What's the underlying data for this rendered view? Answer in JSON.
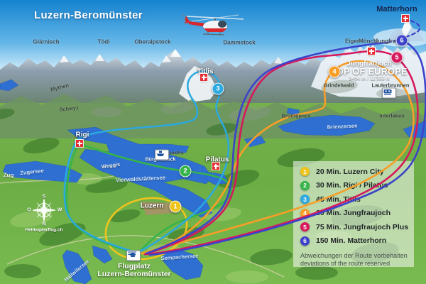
{
  "title": "Luzern-Beromünster",
  "peaks": {
    "glaernisch": "Glärnisch",
    "toedi": "Tödi",
    "oberalpstock": "Oberalpstock",
    "dammstock": "Dammstock",
    "eiger": "Eiger",
    "moench": "Mönch",
    "jungfrau": "Jungfrau",
    "matterhorn": "Matterhorn"
  },
  "summits": {
    "rigi": "Rigi",
    "pilatus": "Pilatus",
    "titlis": "Titlis",
    "luzern": "Luzern",
    "jungfraujoch": {
      "name": "Jungfraujoch",
      "tagline": "TOP OF EUROPE",
      "altitude": "3454 m / 11'333 ft"
    }
  },
  "places": {
    "grindelwald": "Grindelwald",
    "lauterbrunnen": "Lauterbrunnen",
    "interlaken": "Interlaken",
    "bruenigpass": "Brünigpass",
    "buochs": "Buochs",
    "buergenstock": "Bürgenstock",
    "weggis": "Weggis",
    "schwyz": "Schwyz",
    "mythen": "Mythen",
    "zug": "Zug"
  },
  "lakes": {
    "vierwaldstaettersee": "Vierwaldstättersee",
    "zugersee": "Zugersee",
    "brienzersee": "Brienzersee",
    "sempachersee": "Sempachersee",
    "hallwilersee": "Hallwilersee"
  },
  "airfield": {
    "line1": "Flugplatz",
    "line2": "Luzern-Beromünster"
  },
  "compass": {
    "s": "S",
    "n": "N",
    "o": "O",
    "w": "W"
  },
  "brand": "Helikopterflug.ch",
  "legend": {
    "items": [
      {
        "num": "1",
        "label": "20 Min. Luzern City",
        "color": "#eec41d"
      },
      {
        "num": "2",
        "label": "30 Min. Rigi / Pilatus",
        "color": "#35b44a"
      },
      {
        "num": "3",
        "label": "45 Min. Titlis",
        "color": "#2ba9e0"
      },
      {
        "num": "4",
        "label": "60 Min. Jungfraujoch",
        "color": "#f79e28"
      },
      {
        "num": "5",
        "label": "75 Min. Jungfraujoch Plus",
        "color": "#d6195c"
      },
      {
        "num": "6",
        "label": "150 Min. Matterhorn",
        "color": "#3c43c9"
      }
    ],
    "disclaimer_de": "Abweichungen der Route vorbehalten",
    "disclaimer_en": "deviations of the route reserved"
  },
  "route_colors": {
    "luzern_city": "#eec41d",
    "rigi_pilatus": "#35b44a",
    "titlis": "#2ba9e0",
    "jungfraujoch": "#f79e28",
    "jungfraujoch_plus": "#d6195c",
    "matterhorn": "#3c43c9"
  }
}
